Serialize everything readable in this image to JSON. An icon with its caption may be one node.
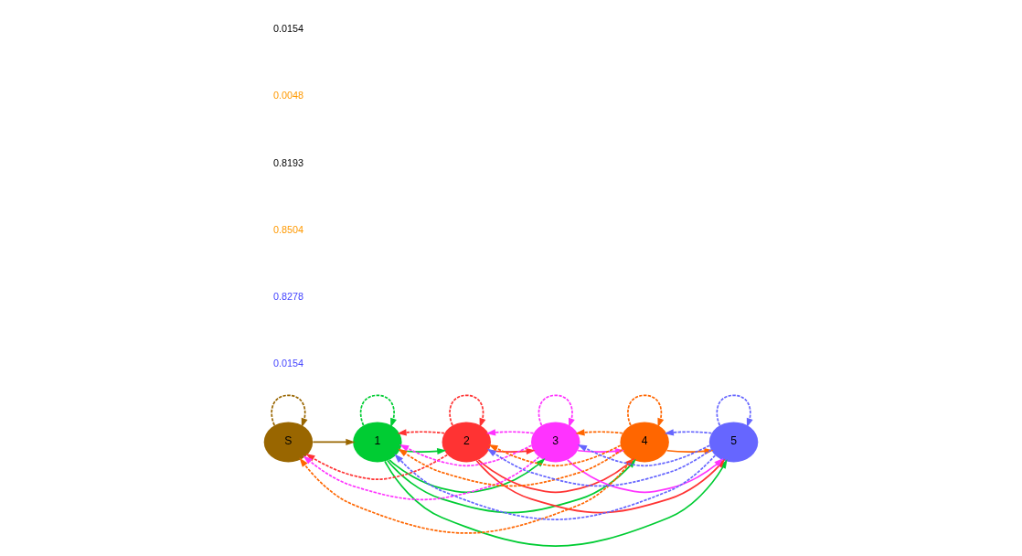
{
  "diagram": {
    "nodes": [
      {
        "text": [
          "S"
        ]
      },
      {
        "text": [
          "1"
        ]
      },
      {
        "text": [
          "2"
        ]
      },
      {
        "text": [
          "3"
        ]
      },
      {
        "text": [
          "4"
        ]
      },
      {
        "text": [
          "5"
        ]
      }
    ],
    "edges": [
      {
        "from": 0,
        "to": 1,
        "arrow": "to",
        "color": "#996600"
      },
      {
        "from": 1,
        "to": 2,
        "arrow": "to",
        "color": "#00cc33"
      },
      {
        "from": 2,
        "to": 3,
        "arrow": "to",
        "color": "#ff3333"
      },
      {
        "from": 3,
        "to": 4,
        "arrow": "to",
        "color": "#ff33ff"
      },
      {
        "from": 4,
        "to": 5,
        "arrow": "to",
        "color": "#ff6600"
      },
      {
        "from": 0,
        "to": 0,
        "arrow": "to",
        "style": "dashed",
        "color": "#996600"
      },
      {
        "from": 1,
        "to": 1,
        "arrow": "to",
        "style": "dashed",
        "color": "#00cc33"
      },
      {
        "from": 2,
        "to": 2,
        "arrow": "to",
        "style": "dashed",
        "color": "#ff3333"
      },
      {
        "from": 3,
        "to": 3,
        "arrow": "to",
        "style": "dashed",
        "color": "#ff33ff"
      },
      {
        "from": 4,
        "to": 4,
        "arrow": "to",
        "style": "dashed",
        "color": "#ff6600"
      },
      {
        "from": 5,
        "to": 5,
        "arrow": "to",
        "style": "dashed",
        "color": "#6666ff"
      },
      {
        "from": 2,
        "to": 0,
        "arrow": "to",
        "style": "dashed",
        "color": "#ff3333"
      },
      {
        "from": 3,
        "to": 0,
        "arrow": "to",
        "style": "dashed",
        "color": "#ff33ff"
      },
      {
        "from": 4,
        "to": 0,
        "arrow": "to",
        "style": "dashed",
        "color": "#ff6600"
      },
      {
        "from": 1,
        "to": 3,
        "arrow": "to",
        "color": "#00cc33"
      },
      {
        "from": 1,
        "to": 4,
        "arrow": "to",
        "color": "#00cc33"
      },
      {
        "from": 1,
        "to": 5,
        "arrow": "to",
        "color": "#00cc33"
      },
      {
        "from": 2,
        "to": 4,
        "arrow": "to",
        "color": "#ff3333"
      },
      {
        "from": 2,
        "to": 5,
        "arrow": "to",
        "color": "#ff3333"
      },
      {
        "from": 3,
        "to": 5,
        "arrow": "to",
        "color": "#ff33ff"
      },
      {
        "from": 2,
        "to": 1,
        "arrow": "to",
        "style": "dashed",
        "color": "#ff3333"
      },
      {
        "from": 3,
        "to": 1,
        "arrow": "to",
        "style": "dashed",
        "color": "#ff33ff"
      },
      {
        "from": 4,
        "to": 1,
        "arrow": "to",
        "style": "dashed",
        "color": "#ff6600"
      },
      {
        "from": 5,
        "to": 1,
        "arrow": "to",
        "style": "dashed",
        "color": "#6666ff"
      },
      {
        "from": 3,
        "to": 2,
        "arrow": "to",
        "style": "dashed",
        "color": "#ff33ff"
      },
      {
        "from": 4,
        "to": 2,
        "arrow": "to",
        "style": "dashed",
        "color": "#ff6600"
      },
      {
        "from": 5,
        "to": 2,
        "arrow": "to",
        "style": "dashed",
        "color": "#6666ff"
      },
      {
        "from": 4,
        "to": 3,
        "arrow": "to",
        "style": "dashed",
        "color": "#ff6600"
      },
      {
        "from": 5,
        "to": 3,
        "arrow": "to",
        "style": "dashed",
        "color": "#6666ff"
      },
      {
        "from": 5,
        "to": 4,
        "arrow": "to",
        "style": "dashed",
        "color": "#6666ff"
      }
    ],
    "labels": [
      "0.0154",
      "0.8278",
      "0.8504",
      "0.8193",
      "0.0048",
      "0.0154"
    ]
  }
}
